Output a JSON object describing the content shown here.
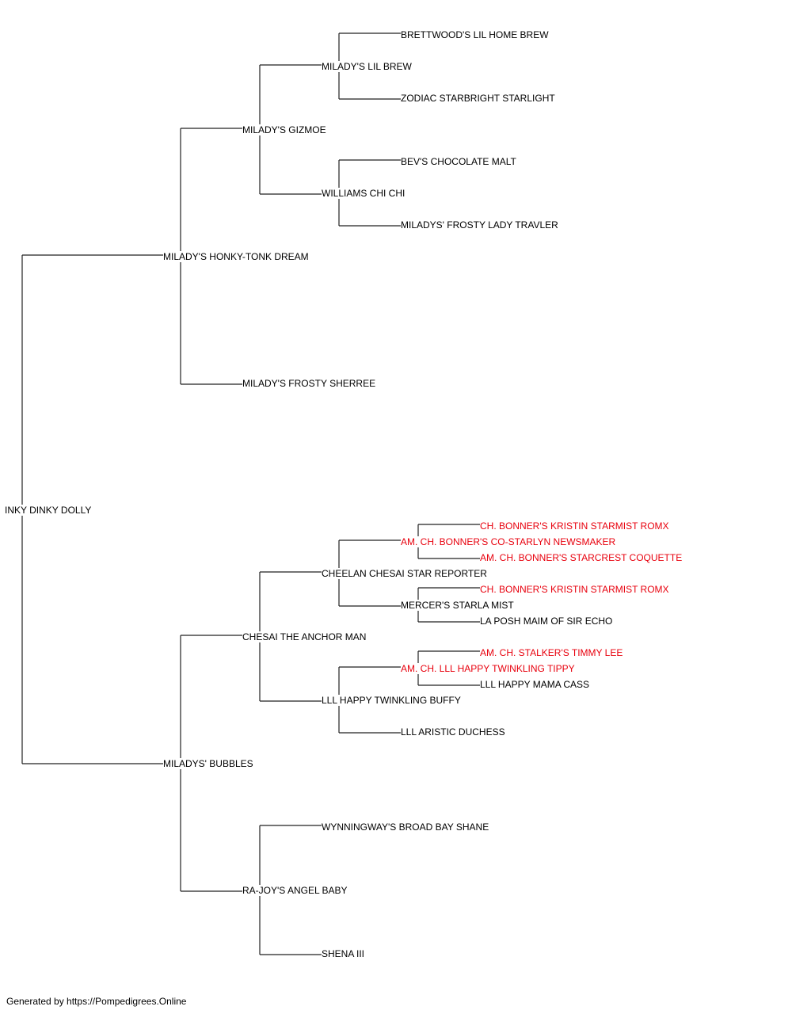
{
  "colors": {
    "normal": "#000000",
    "champion": "#e8000d",
    "line": "#222222"
  },
  "pedigree": {
    "subject": {
      "name": "INKY DINKY DOLLY",
      "champion": false
    },
    "sire": {
      "name": "MILADY'S HONKY-TONK DREAM",
      "champion": false
    },
    "sire_sire": {
      "name": "MILADY'S GIZMOE",
      "champion": false
    },
    "sire_sire_sire": {
      "name": "MILADY'S LIL BREW",
      "champion": false
    },
    "sire_sire_sire_sire": {
      "name": "BRETTWOOD'S LIL HOME BREW",
      "champion": false
    },
    "sire_sire_sire_dam": {
      "name": "ZODIAC STARBRIGHT STARLIGHT",
      "champion": false
    },
    "sire_sire_dam": {
      "name": "WILLIAMS CHI CHI",
      "champion": false
    },
    "sire_sire_dam_sire": {
      "name": "BEV'S CHOCOLATE MALT",
      "champion": false
    },
    "sire_sire_dam_dam": {
      "name": "MILADYS' FROSTY LADY TRAVLER",
      "champion": false
    },
    "sire_dam": {
      "name": "MILADY'S FROSTY SHERREE",
      "champion": false
    },
    "dam": {
      "name": "MILADYS' BUBBLES",
      "champion": false
    },
    "dam_sire": {
      "name": "CHESAI THE ANCHOR MAN",
      "champion": false
    },
    "dam_sire_sire": {
      "name": "CHEELAN CHESAI STAR REPORTER",
      "champion": false
    },
    "dam_sire_sire_sire": {
      "name": "AM. CH. BONNER'S CO-STARLYN NEWSMAKER",
      "champion": true
    },
    "dam_sire_sire_sire_sire": {
      "name": "CH. BONNER'S KRISTIN STARMIST ROMX",
      "champion": true
    },
    "dam_sire_sire_sire_dam": {
      "name": "AM. CH. BONNER'S STARCREST COQUETTE",
      "champion": true
    },
    "dam_sire_sire_dam": {
      "name": "MERCER'S STARLA MIST",
      "champion": false
    },
    "dam_sire_sire_dam_sire": {
      "name": "CH. BONNER'S KRISTIN STARMIST ROMX",
      "champion": true
    },
    "dam_sire_sire_dam_dam": {
      "name": "LA POSH MAIM OF SIR ECHO",
      "champion": false
    },
    "dam_sire_dam": {
      "name": "LLL HAPPY TWINKLING BUFFY",
      "champion": false
    },
    "dam_sire_dam_sire": {
      "name": "AM. CH. LLL HAPPY TWINKLING TIPPY",
      "champion": true
    },
    "dam_sire_dam_sire_sire": {
      "name": "AM. CH. STALKER'S TIMMY LEE",
      "champion": true
    },
    "dam_sire_dam_sire_dam": {
      "name": "LLL HAPPY MAMA CASS",
      "champion": false
    },
    "dam_sire_dam_dam": {
      "name": "LLL ARISTIC DUCHESS",
      "champion": false
    },
    "dam_dam": {
      "name": "RA-JOY'S ANGEL BABY",
      "champion": false
    },
    "dam_dam_sire": {
      "name": "WYNNINGWAY'S BROAD BAY SHANE",
      "champion": false
    },
    "dam_dam_dam": {
      "name": "SHENA III",
      "champion": false
    }
  },
  "footer": "Generated by https://Pompedigrees.Online"
}
